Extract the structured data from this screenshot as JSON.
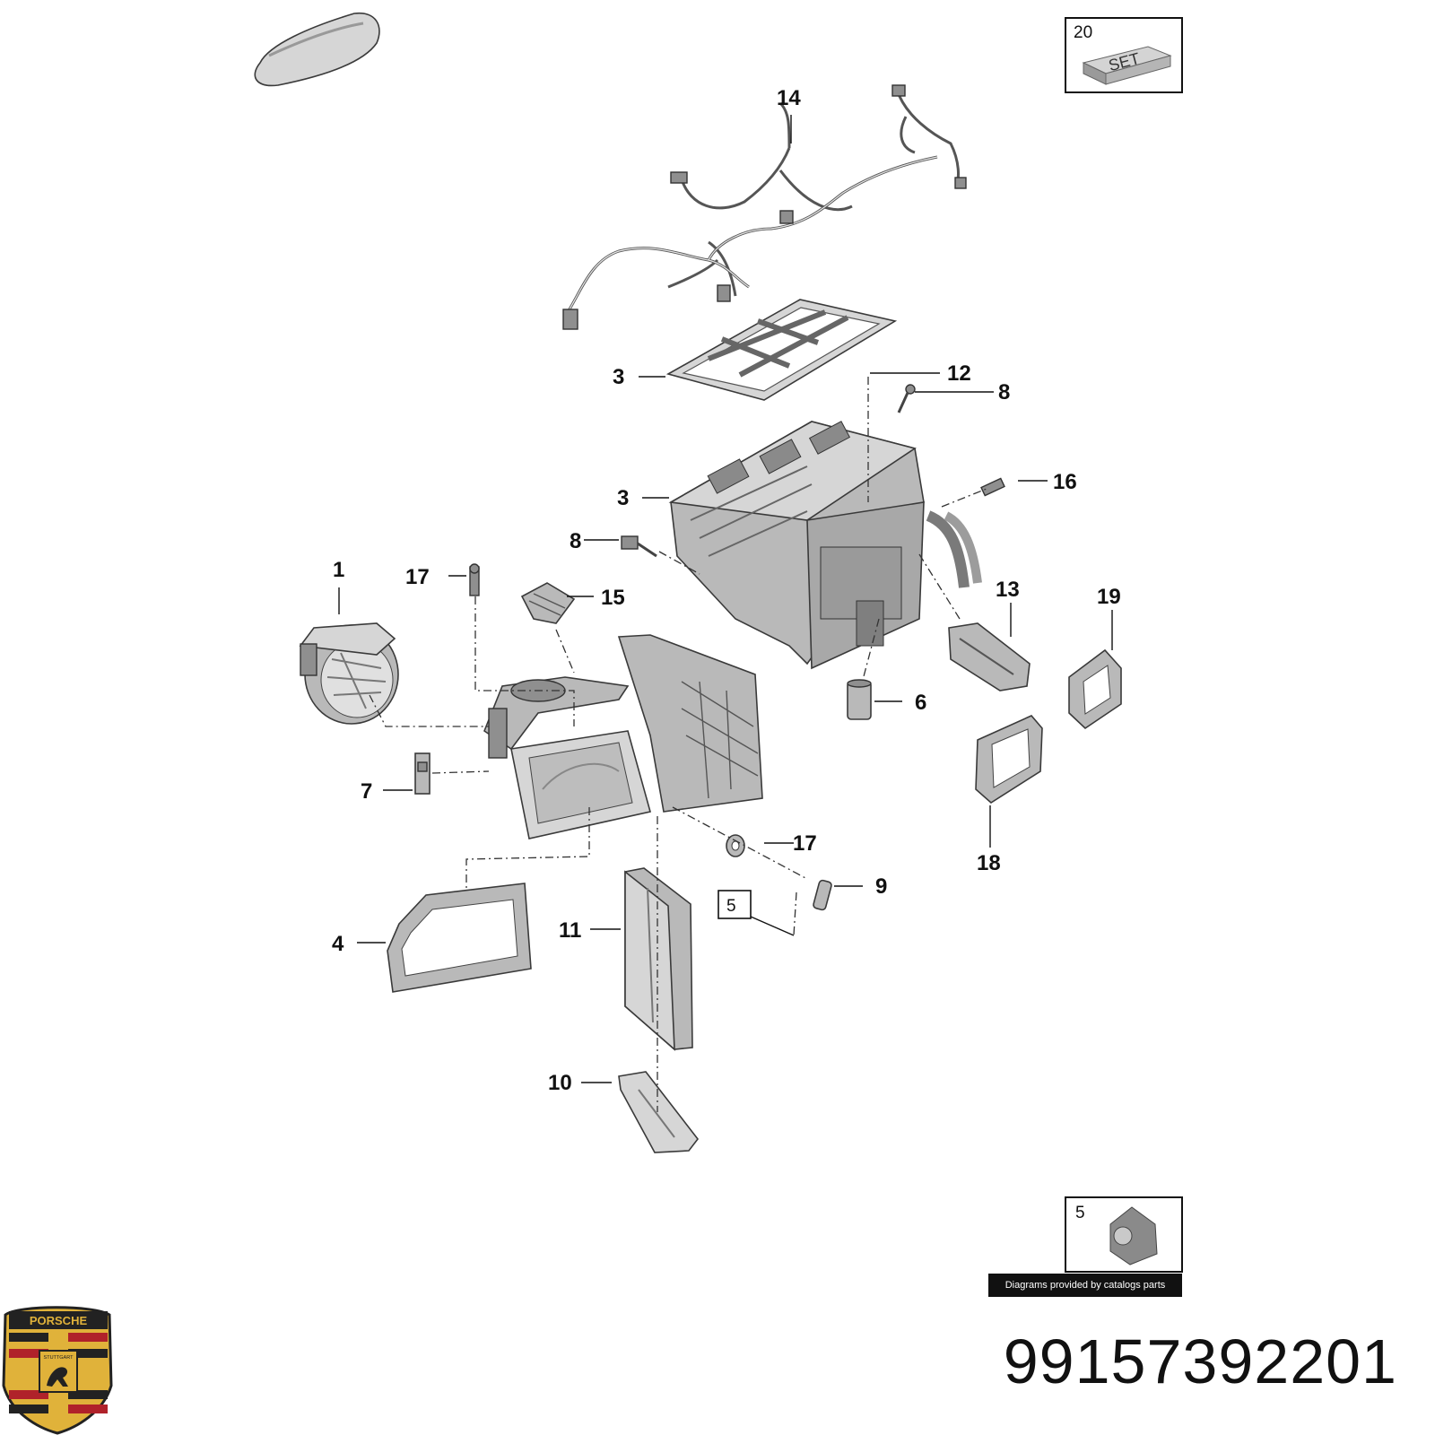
{
  "diagram": {
    "callouts": {
      "c1": "1",
      "c3a": "3",
      "c3b": "3",
      "c4": "4",
      "c6": "6",
      "c7": "7",
      "c8a": "8",
      "c8b": "8",
      "c9": "9",
      "c10": "10",
      "c11": "11",
      "c12": "12",
      "c13": "13",
      "c14": "14",
      "c15": "15",
      "c16": "16",
      "c17a": "17",
      "c17b": "17",
      "c18": "18",
      "c19": "19",
      "c5ref": "5"
    },
    "set_box": {
      "number": "20",
      "label": "SET"
    },
    "detail_box": {
      "number": "5"
    },
    "credit": "Diagrams provided by catalogs parts",
    "logo": {
      "brand": "PORSCHE",
      "city": "STUTTGART"
    }
  },
  "part_number": "99157392201"
}
